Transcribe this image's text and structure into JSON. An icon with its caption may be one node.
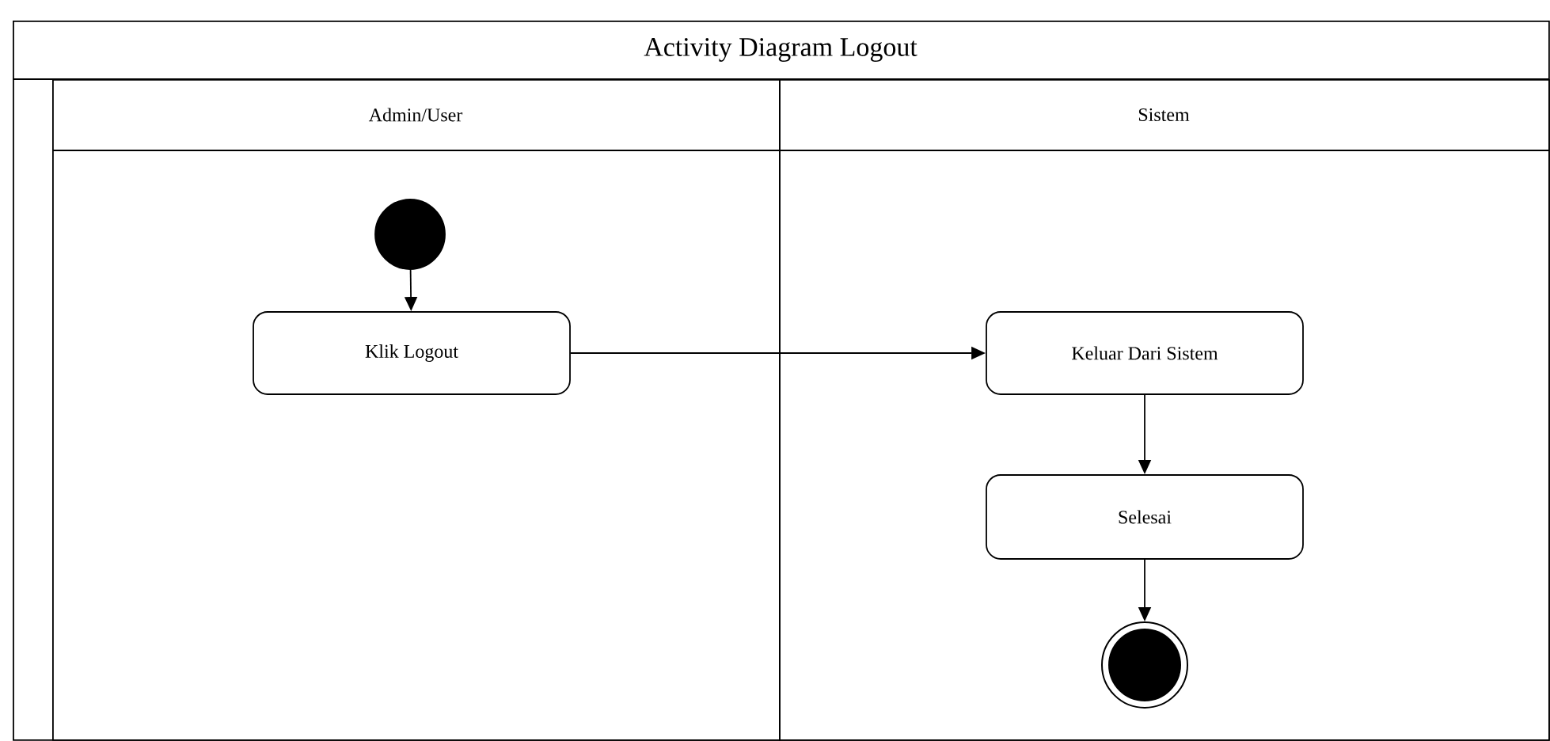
{
  "diagram": {
    "nodes": [
      {
        "text": [
          "Activity Diagram Logout"
        ]
      },
      {
        "text": [
          "Admin/User"
        ],
        "in": 0
      },
      {
        "text": [
          "Sistem"
        ],
        "in": 0
      },
      {
        "text": [],
        "shape": "circle",
        "in": 1
      },
      {
        "text": [
          "Klik Logout"
        ],
        "in": 1
      },
      {
        "text": [
          "Keluar Dari Sistem"
        ],
        "in": 2
      },
      {
        "text": [
          "Selesai"
        ],
        "in": 2
      },
      {
        "text": [],
        "shape": "circle",
        "in": 2
      }
    ],
    "edges": [
      {
        "from": 3,
        "to": 4,
        "arrow": "to"
      },
      {
        "from": 4,
        "to": 5,
        "arrow": "to"
      },
      {
        "from": 5,
        "to": 6,
        "arrow": "to"
      },
      {
        "from": 6,
        "to": 7,
        "arrow": "to"
      }
    ]
  }
}
